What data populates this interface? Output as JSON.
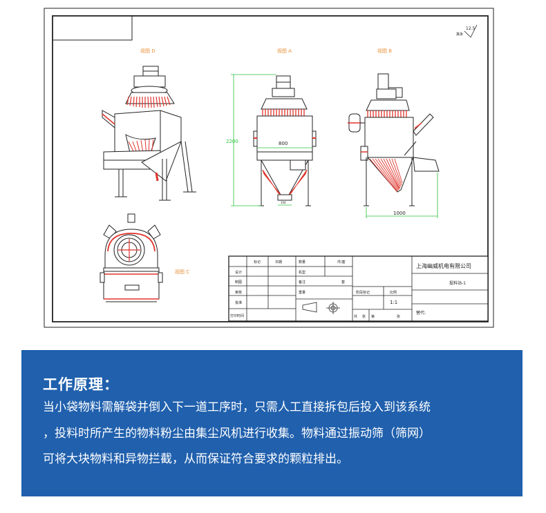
{
  "drawing": {
    "surface_finish": "12.5",
    "surface_finish_label": "其余",
    "views": {
      "view_d": "视图 D",
      "view_a": "视图 A",
      "view_b": "视图 B",
      "view_c": "视图 C"
    },
    "dimensions": {
      "height": "2200",
      "width_800": "800",
      "outlet": "100",
      "width_1000": "1000"
    },
    "title_block": {
      "h_mark": "标记",
      "h_date": "日期",
      "h_qty": "数量",
      "h_part": "件/套",
      "r_design": "设计",
      "r_model": "机型",
      "r_draw": "制图",
      "r_note": "备注",
      "r_kg": "套",
      "r_review": "审核",
      "r_weight": "重量",
      "r_approve": "批准",
      "stage_mark": "阶段标记",
      "scale": "比例",
      "scale_value": "1:1",
      "print_time": "打印时间",
      "total": "共",
      "sheets1": "张",
      "page": "第",
      "sheets2": "张",
      "company": "上海幽威机电有限公司",
      "product": "投料站-1",
      "replace": "替代:"
    }
  },
  "info": {
    "title": "工作原理：",
    "lines": [
      "当小袋物料需解袋并倒入下一道工序时，只需人工直接拆包后投入到该系统",
      "，投料时所产生的物料粉尘由集尘风机进行收集。物料通过振动筛（筛网）",
      "可将大块物料和异物拦截，从而保证符合要求的颗粒排出。"
    ]
  },
  "colors": {
    "accent_red": "#e0322a",
    "view_label": "#e8903a",
    "dimension": "#28c23a",
    "panel_blue": "#2060ad"
  }
}
